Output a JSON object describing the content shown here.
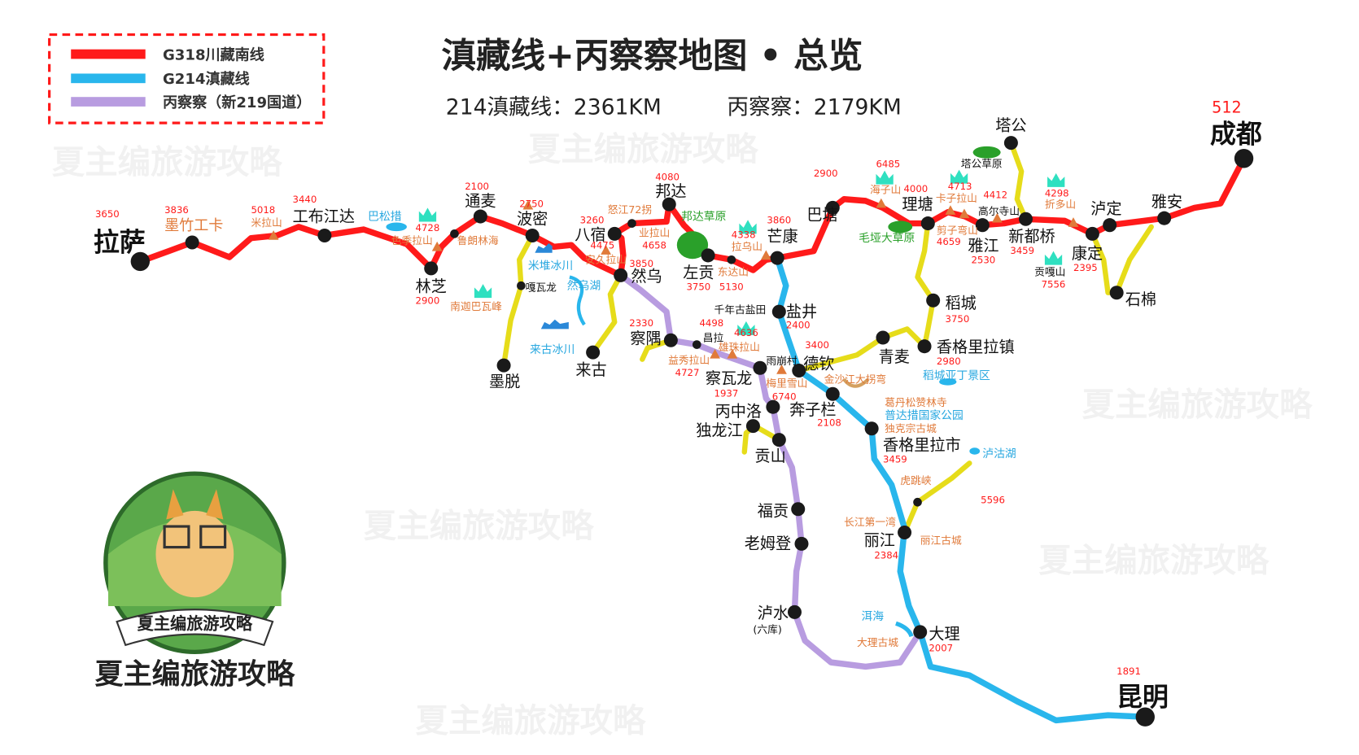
{
  "title": "滇藏线+丙察察地图 • 总览",
  "distances": {
    "g214": "214滇藏线：2361KM",
    "bcc": "丙察察：2179KM"
  },
  "legend": [
    {
      "label": "G318川藏南线",
      "color": "#ff1a1a"
    },
    {
      "label": "G214滇藏线",
      "color": "#29b6ec"
    },
    {
      "label": "丙察察（新219国道）",
      "color": "#b89ce0"
    }
  ],
  "colors": {
    "g318": "#ff1a1a",
    "g214": "#29b6ec",
    "bcc": "#b89ce0",
    "branch": "#e6dc1a",
    "elevation": "#ff1a1a",
    "pass": "#e07a3a",
    "water": "#29a8e0",
    "grass": "#2aa02a",
    "peak": "#2fe0c0"
  },
  "brand": {
    "name": "夏主编旅游攻略",
    "badge_text": "夏主编旅游攻略",
    "watermark": "夏主编旅游攻略"
  },
  "labels": {
    "major_cities": [
      "拉萨",
      "成都",
      "昆明"
    ],
    "cities": [
      "工布江达",
      "通麦",
      "波密",
      "林芝",
      "八宿",
      "邦达",
      "然乌",
      "左贡",
      "芒康",
      "巴塘",
      "理塘",
      "雅江",
      "新都桥",
      "泸定",
      "雅安",
      "康定",
      "塔公",
      "石棉",
      "稻城",
      "香格里拉镇",
      "青麦",
      "盐井",
      "德钦",
      "察隅",
      "来古",
      "墨脱",
      "察瓦龙",
      "丙中洛",
      "奔子栏",
      "独龙江",
      "贡山",
      "香格里拉市",
      "福贡",
      "老姆登",
      "泸水",
      "丽江",
      "大理"
    ],
    "minor_places": [
      "嘎瓦龙",
      "千年古盐田",
      "昌拉",
      "雨崩村",
      "塔公草原",
      "高尔寺山",
      "贡嘎山",
      "(六库)"
    ],
    "elevations": [
      "3650",
      "3836",
      "5018",
      "3440",
      "2100",
      "2750",
      "2900",
      "4728",
      "3260",
      "4080",
      "4475",
      "4658",
      "3850",
      "3750",
      "5130",
      "4338",
      "3860",
      "2900",
      "6485",
      "4000",
      "4713",
      "4412",
      "4659",
      "2530",
      "3459",
      "4298",
      "2395",
      "7556",
      "512",
      "3750",
      "2980",
      "2400",
      "3400",
      "2108",
      "2330",
      "4498",
      "4636",
      "4727",
      "1937",
      "6740",
      "3459",
      "5596",
      "2384",
      "2007",
      "1891"
    ],
    "scenic_orange": [
      "墨竹工卡",
      "米拉山",
      "色季拉山",
      "鲁朗林海",
      "南迦巴瓦峰",
      "怒江72拐",
      "业拉山",
      "安久拉山",
      "东达山",
      "拉乌山",
      "海子山",
      "卡子拉山",
      "剪子弯山",
      "折多山",
      "益秀拉山",
      "雄珠拉山",
      "梅里雪山",
      "金沙江大拐弯",
      "葛丹松赞林寺",
      "独克宗古城",
      "虎跳峡",
      "长江第一湾",
      "丽江古城",
      "大理古城"
    ],
    "water": [
      "巴松措",
      "米堆冰川",
      "然乌湖",
      "来古冰川",
      "稻城亚丁景区",
      "普达措国家公园",
      "泸沽湖",
      "洱海"
    ],
    "grassland": [
      "邦达草原",
      "毛垭大草原"
    ]
  }
}
